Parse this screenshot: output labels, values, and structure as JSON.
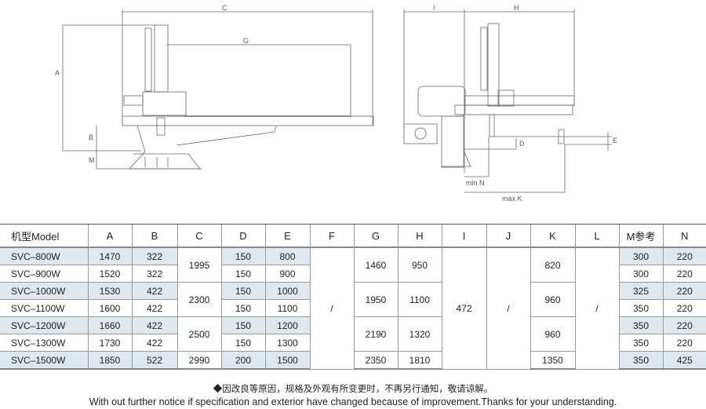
{
  "drawing_labels": {
    "side": {
      "c": "C",
      "g": "G",
      "a": "A",
      "b": "B",
      "m": "M"
    },
    "front": {
      "i": "I",
      "h": "H",
      "d": "D",
      "e": "E",
      "min_n": "min  N",
      "max_k": "max  K"
    }
  },
  "table": {
    "headers": [
      "机型Model",
      "A",
      "B",
      "C",
      "D",
      "E",
      "F",
      "G",
      "H",
      "I",
      "J",
      "K",
      "L",
      "M参考",
      "N"
    ],
    "rows": [
      {
        "model": "SVC–800W",
        "a": "1470",
        "b": "322",
        "d": "150",
        "e": "800",
        "m": "300",
        "n": "220"
      },
      {
        "model": "SVC–900W",
        "a": "1520",
        "b": "322",
        "d": "150",
        "e": "900",
        "m": "300",
        "n": "220"
      },
      {
        "model": "SVC–1000W",
        "a": "1530",
        "b": "422",
        "d": "150",
        "e": "1000",
        "m": "325",
        "n": "220"
      },
      {
        "model": "SVC–1100W",
        "a": "1600",
        "b": "422",
        "d": "150",
        "e": "1100",
        "m": "350",
        "n": "220"
      },
      {
        "model": "SVC–1200W",
        "a": "1660",
        "b": "422",
        "d": "150",
        "e": "1200",
        "m": "350",
        "n": "220"
      },
      {
        "model": "SVC–1300W",
        "a": "1730",
        "b": "422",
        "d": "150",
        "e": "1300",
        "m": "350",
        "n": "220"
      },
      {
        "model": "SVC–1500W",
        "a": "1850",
        "b": "522",
        "d": "200",
        "e": "1500",
        "m": "350",
        "n": "425"
      }
    ],
    "merged": {
      "c": [
        "1995",
        "2300",
        "2500",
        "2990"
      ],
      "g": [
        "1460",
        "1950",
        "2190",
        "2350"
      ],
      "h": [
        "950",
        "1100",
        "1320",
        "1810"
      ],
      "k": [
        "820",
        "960",
        "960",
        "1350"
      ],
      "i": "472",
      "f": "/",
      "j": "/",
      "l": "/"
    }
  },
  "footer": {
    "cn": "◆因改良等原因，规格及外观有所变更时，不再另行通知，敬请谅解。",
    "en": "With out further notice if specification and exterior have changed because of improvement.Thanks for your understanding."
  },
  "colors": {
    "shade": "#dfe7ef",
    "line": "#999999"
  }
}
